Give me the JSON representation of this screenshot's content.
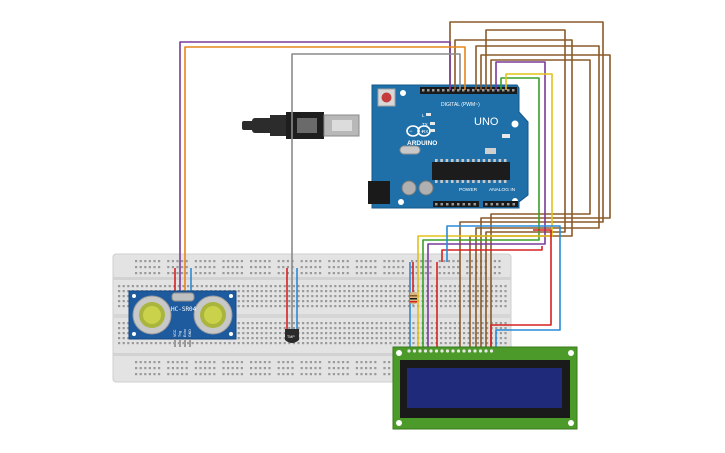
{
  "arduino": {
    "brand": "ARDUINO",
    "model": "UNO",
    "digital_label": "DIGITAL (PWM~)",
    "power_label": "POWER",
    "analog_label": "ANALOG IN",
    "tx_label": "TX",
    "rx_label": "RX",
    "l_label": "L",
    "color": "#1f6fa8"
  },
  "sensor": {
    "label": "HC-SR04",
    "pins": [
      "VCC",
      "Trig",
      "Echo",
      "GND"
    ],
    "color": "#1d5a9e"
  },
  "temp_sensor": {
    "label": "TMP"
  },
  "lcd": {
    "screen_color": "#1f2a7a",
    "board_color": "#4c9a2a"
  },
  "usb": {
    "cable_color": "#2c2c2c"
  },
  "wire_colors": {
    "red": "#d62020",
    "orange": "#e6871a",
    "purple": "#7a3a9a",
    "gray": "#8a8a8a",
    "brown": "#8a5a2a",
    "green": "#3aa02a",
    "yellow": "#e2c21a",
    "blue": "#2a8ad6",
    "black": "#222222"
  }
}
